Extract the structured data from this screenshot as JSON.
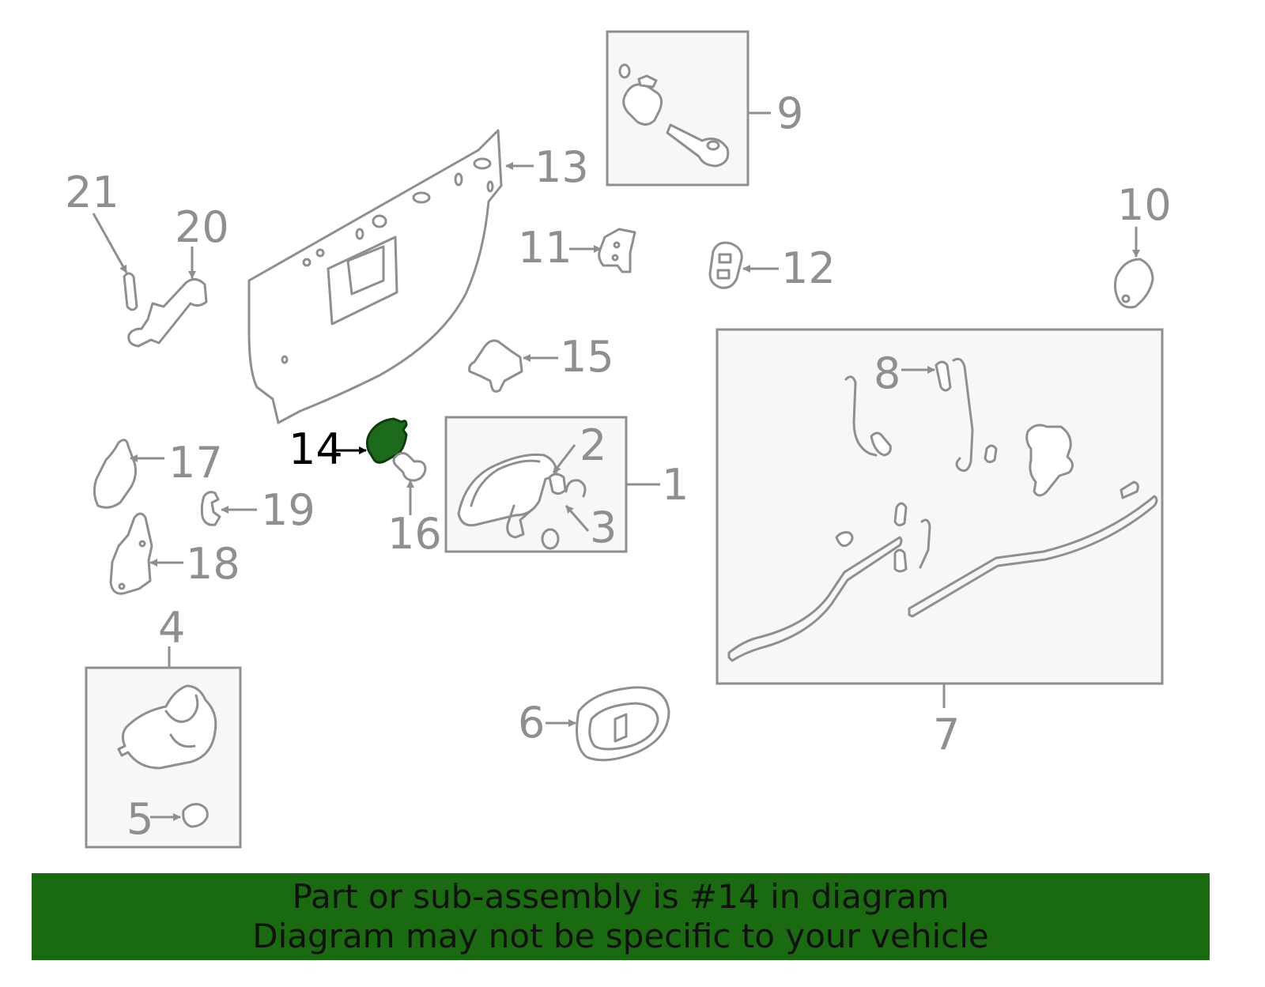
{
  "callouts": {
    "c1": "1",
    "c2": "2",
    "c3": "3",
    "c4": "4",
    "c5": "5",
    "c6": "6",
    "c7": "7",
    "c8": "8",
    "c9": "9",
    "c10": "10",
    "c11": "11",
    "c12": "12",
    "c13": "13",
    "c14": "14",
    "c15": "15",
    "c16": "16",
    "c17": "17",
    "c18": "18",
    "c19": "19",
    "c20": "20",
    "c21": "21"
  },
  "highlighted_part": "14",
  "colors": {
    "highlight_part": "#1c6b1c",
    "banner_bg": "#1a6b10",
    "line_gray": "#8f8f8f",
    "box_bg": "#f7f7f7"
  },
  "banner": {
    "line1": "Part or sub-assembly is #14 in diagram",
    "line2": "Diagram may not be specific to your vehicle"
  }
}
